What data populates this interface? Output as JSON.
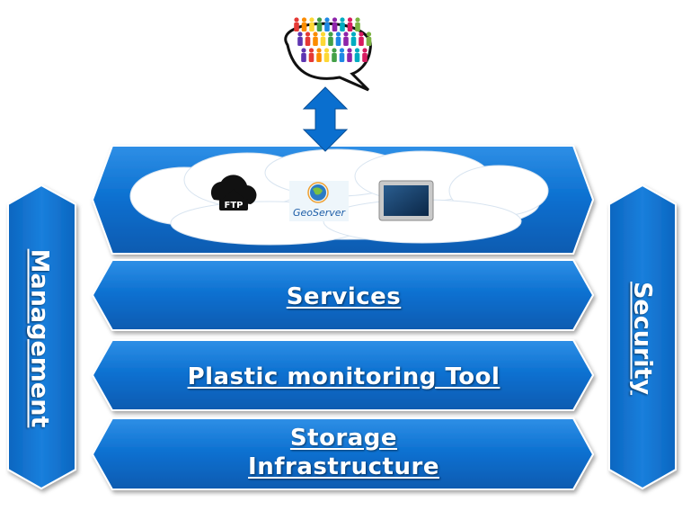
{
  "layers": {
    "services": "Services",
    "tool": "Plastic monitoring Tool",
    "storage_line1": "Storage",
    "storage_line2": "Infrastructure"
  },
  "side": {
    "management": "Management",
    "security": "Security"
  },
  "cloud_icons": {
    "ftp_label": "FTP",
    "geoserver_label": "GeoServer"
  },
  "colors": {
    "band_blue": "#0a6fcf",
    "band_edge": "#0b4f96",
    "cloud": "#ffffff"
  },
  "icons": [
    "people-speech-bubble-icon",
    "double-arrow-icon",
    "ftp-cloud-icon",
    "geoserver-icon",
    "screen-icon"
  ]
}
